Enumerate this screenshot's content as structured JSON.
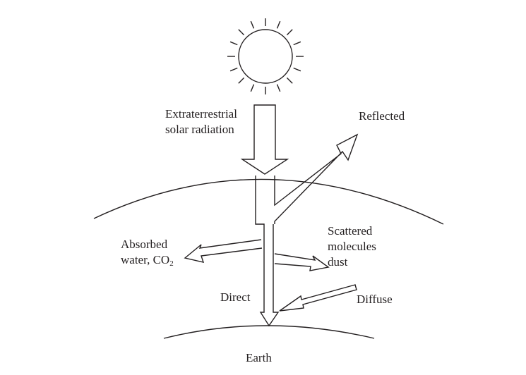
{
  "labels": {
    "extraterrestrial_line1": "Extraterrestrial",
    "extraterrestrial_line2": "solar radiation",
    "reflected": "Reflected",
    "scattered_line1": "Scattered",
    "scattered_line2": "molecules",
    "scattered_line3": "dust",
    "absorbed_line1": "Absorbed",
    "absorbed_line2_prefix": "water, CO",
    "absorbed_line2_sub": "2",
    "direct": "Direct",
    "diffuse": "Diffuse",
    "earth": "Earth"
  },
  "colors": {
    "stroke": "#231f20",
    "background": "#ffffff"
  }
}
